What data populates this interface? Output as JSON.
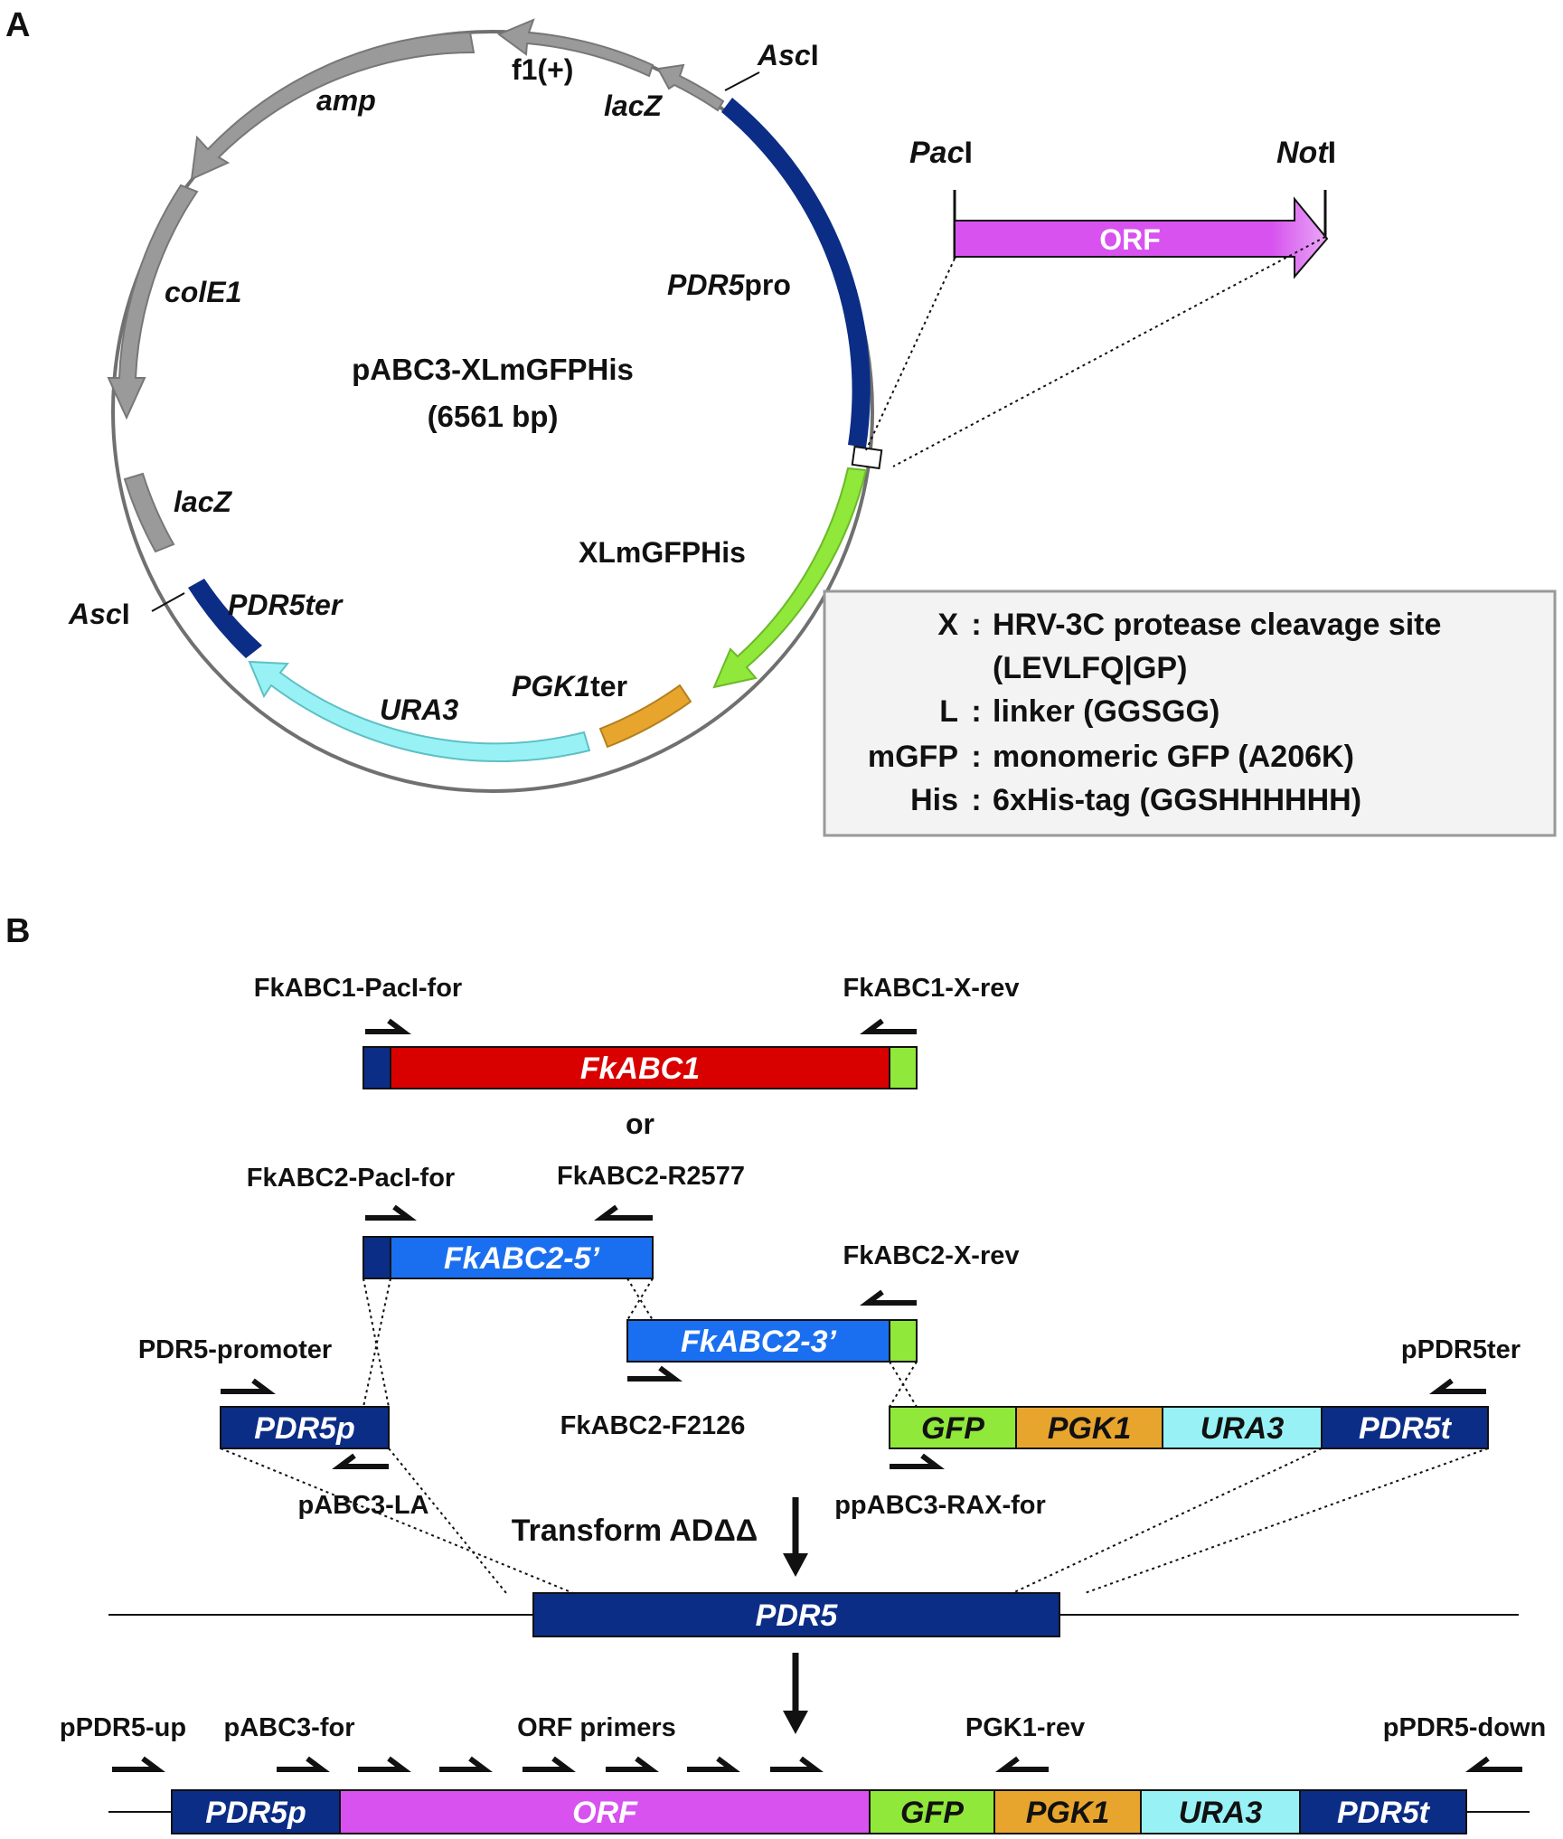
{
  "panel_a": {
    "label": "A",
    "plasmid_name": "pABC3-XLmGFPHis",
    "plasmid_size": "(6561 bp)",
    "features": {
      "f1": "f1(+)",
      "amp": "amp",
      "lacz_top": "lacZ",
      "cole1": "colE1",
      "lacz_left": "lacZ",
      "pdr5pro_italic": "PDR5",
      "pdr5pro_suffix": "pro",
      "xlmgfphis": "XLmGFPHis",
      "pgk1ter_italic": "PGK1",
      "pgk1ter_suffix": "ter",
      "ura3": "URA3",
      "pdr5ter": "PDR5ter"
    },
    "sites": {
      "ascl_top_italic": "Asc",
      "ascl_top_suffix": "I",
      "ascl_left_italic": "Asc",
      "ascl_left_suffix": "I",
      "pacl_italic": "Pac",
      "pacl_suffix": "I",
      "notl_italic": "Not",
      "notl_suffix": "I"
    },
    "orf_label": "ORF",
    "legend": [
      {
        "key": "X",
        "sep": ":",
        "desc": "HRV-3C protease cleavage site"
      },
      {
        "key": "",
        "sep": "",
        "desc": "(LEVLFQ|GP)"
      },
      {
        "key": "L",
        "sep": ":",
        "desc": "linker (GGSGG)"
      },
      {
        "key": "mGFP",
        "sep": ":",
        "desc": "monomeric GFP (A206K)"
      },
      {
        "key": "His",
        "sep": ":",
        "desc": "6xHis-tag (GGSHHHHHH)"
      }
    ]
  },
  "panel_b": {
    "label": "B",
    "or_text": "or",
    "transform_text": "Transform ADΔΔ",
    "genes": {
      "fkabc1": "FkABC1",
      "fkabc2_5": "FkABC2-5’",
      "fkabc2_3": "FkABC2-3’",
      "pdr5p": "PDR5p",
      "gfp": "GFP",
      "pgk1": "PGK1",
      "ura3": "URA3",
      "pdr5t": "PDR5t",
      "pdr5": "PDR5",
      "orf": "ORF"
    },
    "primers": {
      "fkabc1_pacl_for": "FkABC1-PacI-for",
      "fkabc1_x_rev": "FkABC1-X-rev",
      "fkabc2_pacl_for": "FkABC2-PacI-for",
      "fkabc2_r2577": "FkABC2-R2577",
      "fkabc2_x_rev": "FkABC2-X-rev",
      "pdr5_promoter": "PDR5-promoter",
      "ppdr5ter": "pPDR5ter",
      "fkabc2_f2126": "FkABC2-F2126",
      "pabc3_la": "pABC3-LA",
      "ppabc3_rax_for": "ppABC3-RAX-for",
      "ppdr5_up": "pPDR5-up",
      "pabc3_for": "pABC3-for",
      "orf_primers": "ORF primers",
      "pgk1_rev": "PGK1-rev",
      "ppdr5_down": "pPDR5-down"
    }
  },
  "colors": {
    "navy": "#0b2d86",
    "red": "#d90000",
    "green": "#8fe83a",
    "blue": "#1a6ff0",
    "orange": "#e8a52e",
    "cyan": "#98f2f5",
    "magenta": "#d752ef",
    "gray": "#9a9a9a"
  }
}
